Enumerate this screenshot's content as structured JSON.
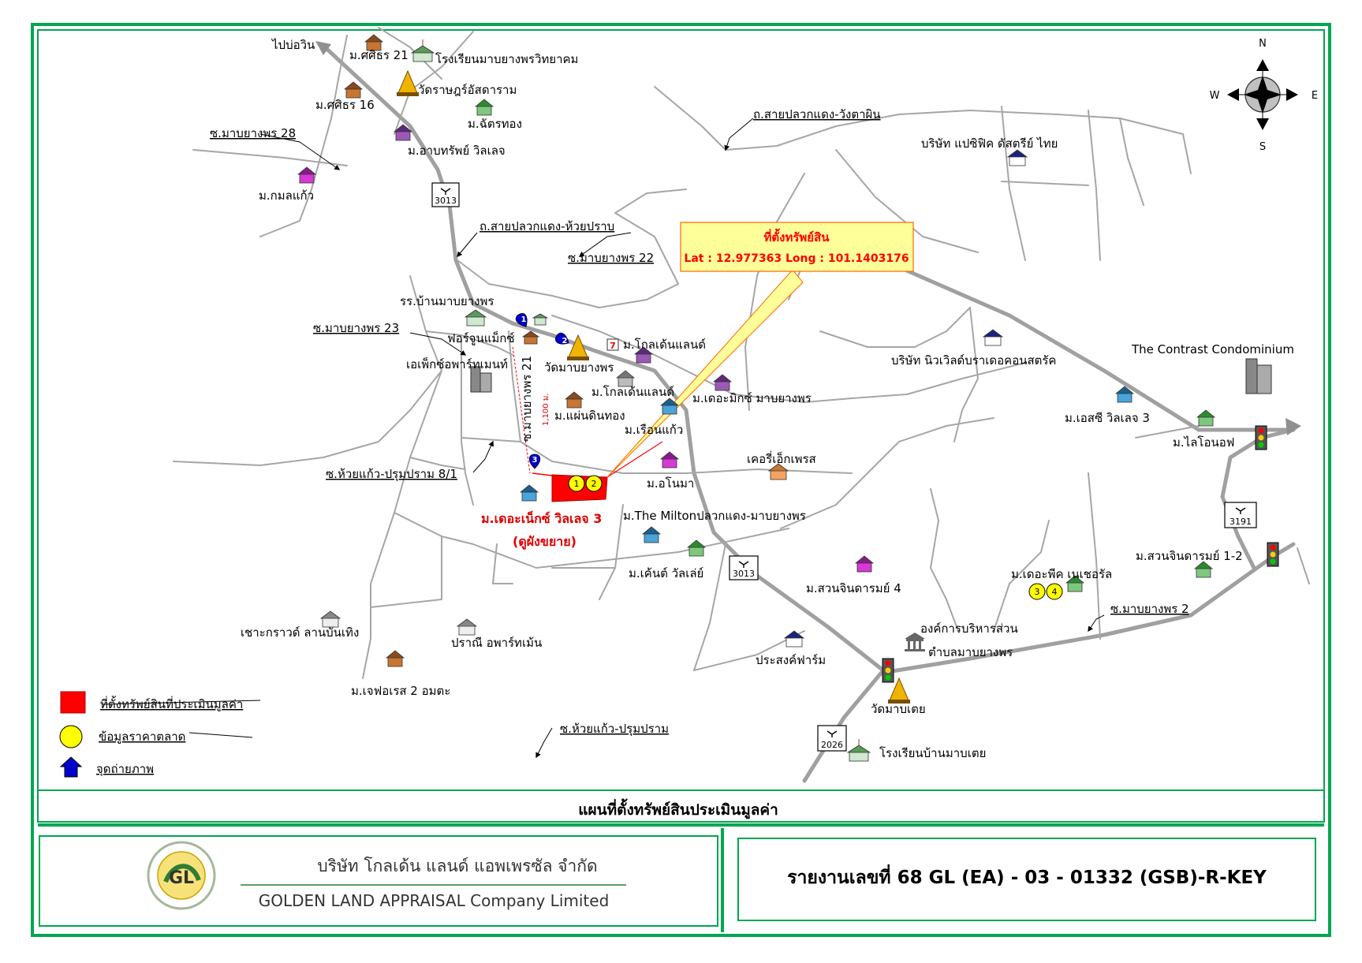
{
  "map": {
    "places": {
      "to_bo_win": "ไปบ่อวิน",
      "m_sirin_21": "ม.ศศิธร 21",
      "school_maboyangporn": "โรงเรียนมาบยางพรวิทยาคม",
      "wat_rat_as": "วัดราษฎร์อัสดาราม",
      "m_sirin_16": "ม.ศศิธร 16",
      "m_chattong": "ม.ฉัตรทอง",
      "soi_28": "ซ.มาบยางพร 28",
      "m_arbsub": "ม.อาบทรัพย์ วิลเลจ",
      "m_kamonkaew": "ม.กมลแก้ว",
      "road_huaypraab": "ถ.สายปลวกแดง-ห้วยปราบ",
      "road_wangtapin": "ถ.สายปลวกแดง-วังตาผิน",
      "pacific_co": "บริษัท แปซิฟิค ดัสตรีย์ ไทย",
      "soi_22": "ซ.มาบยางพร 22",
      "school_ban": "รร.บ้านมาบยางพร",
      "soi_23": "ซ.มาบยางพร 23",
      "furniture": "ฟอร์จูนแม็กซ์",
      "apartment": "เอเพ็กซ์อพาร์ทเมนท์",
      "wat_maboyang": "วัดมาบยางพร",
      "m_golden1": "ม.โกลเด้นแลนด์",
      "m_golden2": "ม.โกลเด้นแลนด์",
      "m_maeng": "ม.แผ่นดินทอง",
      "m_ruenkaew": "ม.เรือนแก้ว",
      "m_mix": "ม.เดอะมิกซ์ มาบยางพร",
      "newworld_co": "บริษัท นิวเวิลด์บราเดอคอนสตรัค",
      "contrast": "The Contrast Condominium",
      "m_sc3": "ม.เอสซี วิลเลจ 3",
      "m_lionof": "ม.ไลโอนอฟ",
      "soi_huaykaew_81": "ซ.ห้วยแก้ว-ปรุมปราม 8/1",
      "soi_21_road": "ซ.มาบยางพร 21",
      "dist_label": "1,100 ม.",
      "kerry": "เคอรี่เอ็กเพรส",
      "m_anoma": "ม.อโนมา",
      "m_next_3": "ม.เดอะเน็กซ์ วิลเลจ 3",
      "see_enlarge": "(ดูผังขยาย)",
      "m_milton": "ม.The Miltonปลวกแดง-มาบยางพร",
      "m_kent": "ม.เค้นต์ วัลเล่ย์",
      "m_suan4": "ม.สวนจินดารมย์ 4",
      "m_suan12": "ม.สวนจินดารมย์ 1-2",
      "m_peak": "ม.เดอะพีค เนเชอรัล",
      "soi_2": "ซ.มาบยางพร 2",
      "chao_kraw": "เชาะกราวด์ ลานบันเทิง",
      "pranee": "ปราณี อพาร์ทเม้น",
      "org_1": "องค์การบริหารส่วน",
      "org_2": "ตำบลมาบยางพร",
      "prasong": "ประสงค์ฟาร์ม",
      "m_jeforest": "ม.เจฟอเรส 2 อมตะ",
      "wat_mabtoei": "วัดมาบเตย",
      "school_mabtoei": "โรงเรียนบ้านมาบเตย",
      "soi_huaykaew": "ซ.ห้วยแก้ว-ปรุมปราม"
    },
    "route_badges": {
      "r3013a": "3013",
      "r3013b": "3013",
      "r3191": "3191",
      "r2026": "2026"
    },
    "callout": {
      "title": "ที่ตั้งทรัพย์สิน",
      "coords": "Lat : 12.977363  Long : 101.1403176"
    },
    "compass": {
      "n": "N",
      "s": "S",
      "e": "E",
      "w": "W"
    },
    "markers": {
      "photo": [
        "1",
        "2",
        "3"
      ],
      "market_near_subject": [
        "1",
        "2"
      ],
      "market_peak": [
        "3",
        "4"
      ]
    },
    "legend": {
      "subject": "ที่ตั้งทรัพย์สินที่ประเมินมูลค่า",
      "market": "ข้อมูลราคาตลาด",
      "photo": "จุดถ่ายภาพ"
    },
    "colors": {
      "frame": "#00a651",
      "subject": "#ff0000",
      "market": "#ffff00",
      "photo": "#0000cc",
      "callout_bg": "#ffff99",
      "callout_border": "#ff6600"
    },
    "caption": "แผนที่ตั้งทรัพย์สินประเมินมูลค่า"
  },
  "footer": {
    "company_th": "บริษัท โกลเด้น แลนด์ แอพเพรซัล จำกัด",
    "company_en": "GOLDEN LAND APPRAISAL Company Limited",
    "logo_text": "GL",
    "report": "รายงานเลขที่ 68 GL (EA) - 03 - 01332 (GSB)-R-KEY"
  }
}
